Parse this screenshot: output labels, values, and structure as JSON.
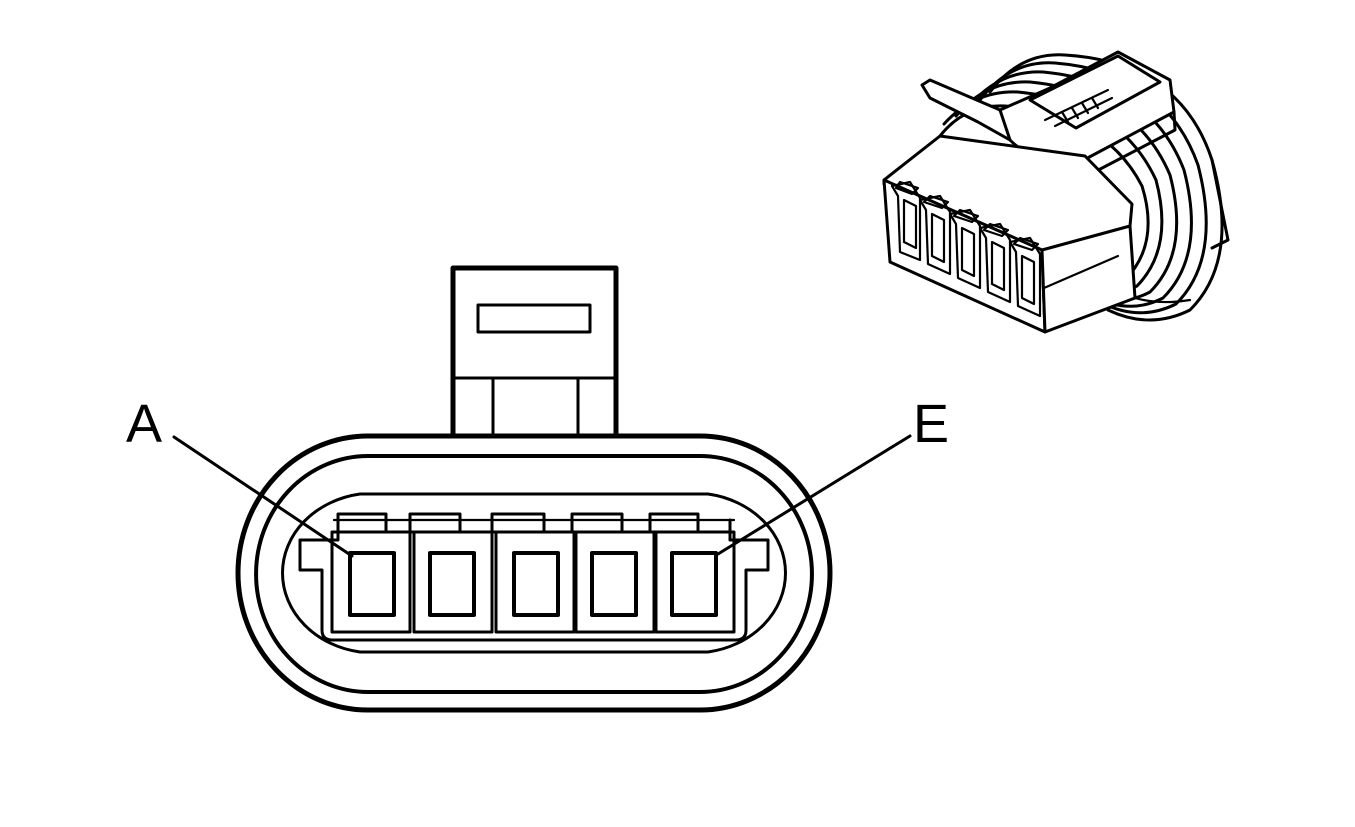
{
  "figure": {
    "labels": {
      "first_pin": "A",
      "last_pin": "E"
    },
    "pin_count": 5,
    "line_color": "#000000",
    "background_color": "#ffffff"
  }
}
